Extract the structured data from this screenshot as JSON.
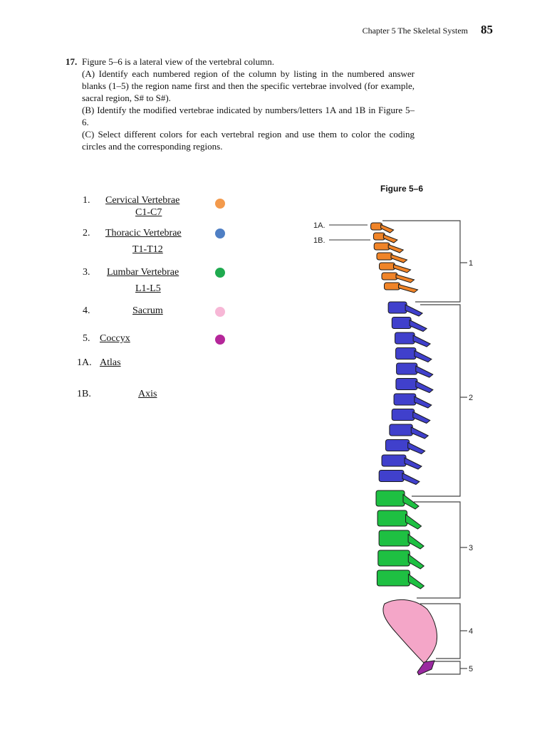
{
  "header": {
    "chapter": "Chapter 5   The Skeletal System",
    "page_number": "85"
  },
  "question": {
    "number": "17.",
    "lines": [
      "Figure 5–6 is a lateral view of the vertebral column.",
      "(A) Identify each numbered region of the column by listing in the numbered answer blanks (1–5) the region name first and then the specific vertebrae involved (for example, sacral region, S# to S#).",
      "(B) Identify the modified vertebrae indicated by numbers/letters 1A and 1B in Figure 5–6.",
      "(C) Select different colors for each vertebral region and use them to color the coding circles and the corresponding regions."
    ]
  },
  "answers": [
    {
      "num": "1.",
      "name": "Cervical Vertebrae",
      "range": "C1-C7",
      "color": "#f39a4c"
    },
    {
      "num": "2.",
      "name": "Thoracic Vertebrae",
      "range": "T1-T12",
      "color": "#4f7fc4"
    },
    {
      "num": "3.",
      "name": "Lumbar Vertebrae",
      "range": "L1-L5",
      "color": "#1faa4f"
    },
    {
      "num": "4.",
      "name": "Sacrum",
      "range": "",
      "color": "#f7b7d6"
    },
    {
      "num": "5.",
      "name": "Coccyx",
      "range": "",
      "color": "#b5279a"
    },
    {
      "num": "1A.",
      "name": "Atlas",
      "range": "",
      "color": ""
    },
    {
      "num": "1B.",
      "name": "Axis",
      "range": "",
      "color": ""
    }
  ],
  "figure": {
    "title": "Figure 5–6",
    "pointer_labels": [
      "1A.",
      "1B."
    ],
    "bracket_labels": [
      "1",
      "2",
      "3",
      "4",
      "5"
    ],
    "region_colors": {
      "cervical": "#f08428",
      "thoracic": "#4040cc",
      "lumbar": "#1ec042",
      "sacrum": "#f4a6c8",
      "coccyx": "#9a2aa0"
    }
  }
}
